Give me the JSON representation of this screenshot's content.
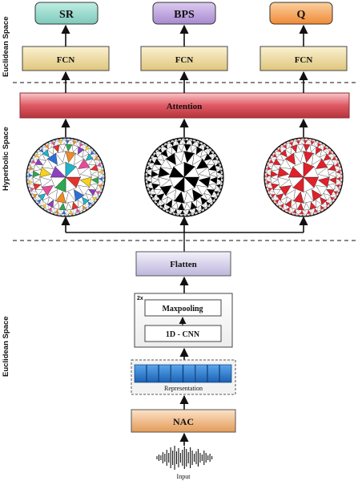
{
  "spaces": {
    "top": "Euclidean Space",
    "middle": "Hyperbolic Space",
    "bottom": "Euclidean Space"
  },
  "outputs": [
    {
      "label": "SR",
      "color": "#8fd3c6"
    },
    {
      "label": "BPS",
      "color": "#b49ad6"
    },
    {
      "label": "Q",
      "color": "#f4a04f"
    }
  ],
  "fcn_label": "FCN",
  "attention_label": "Attention",
  "disks": [
    {
      "style": "multicolor",
      "fill": "#e33",
      "stroke": "#222"
    },
    {
      "style": "black-white",
      "fill": "#000",
      "stroke": "#000"
    },
    {
      "style": "red-white",
      "fill": "#e0202a",
      "stroke": "#222"
    }
  ],
  "flatten_label": "Flatten",
  "repeat_label": "2x",
  "maxpool_label": "Maxpooling",
  "cnn_label": "1D - CNN",
  "representation_label": "Representation",
  "nac_label": "NAC",
  "input_label": "Input",
  "colors": {
    "fcn": "#f1e0a6",
    "attention": "#e05a63",
    "flatten": "#d7d3ea",
    "nac": "#f3c290",
    "repr_cell": "#2d7fd4"
  }
}
